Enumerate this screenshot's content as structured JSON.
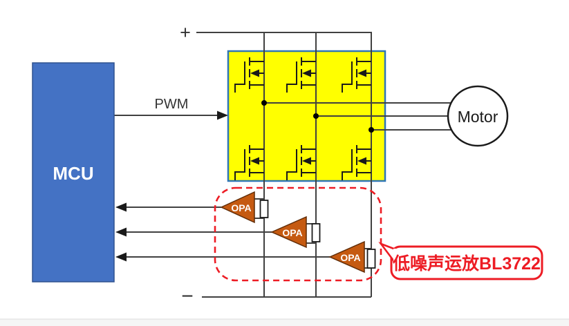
{
  "diagram": {
    "labels": {
      "mcu": "MCU",
      "pwm": "PWM",
      "motor": "Motor",
      "dc_plus": "+",
      "dc_minus": "−",
      "opa1": "OPA",
      "opa2": "OPA",
      "opa3": "OPA",
      "callout": "低噪声运放BL3722"
    },
    "colors": {
      "wire": "#404040",
      "symbol_black": "#1a1a1a",
      "mcu_fill": "#4472C4",
      "mcu_border": "#2F528F",
      "bridge_fill": "#FFFF00",
      "bridge_border": "#2E75B6",
      "opa_fill": "#C55A11",
      "opa_border": "#5F2C07",
      "annotation_red": "#ED1C24",
      "resistor_fill": "#FFFFFF",
      "label_text": "#333333"
    }
  }
}
